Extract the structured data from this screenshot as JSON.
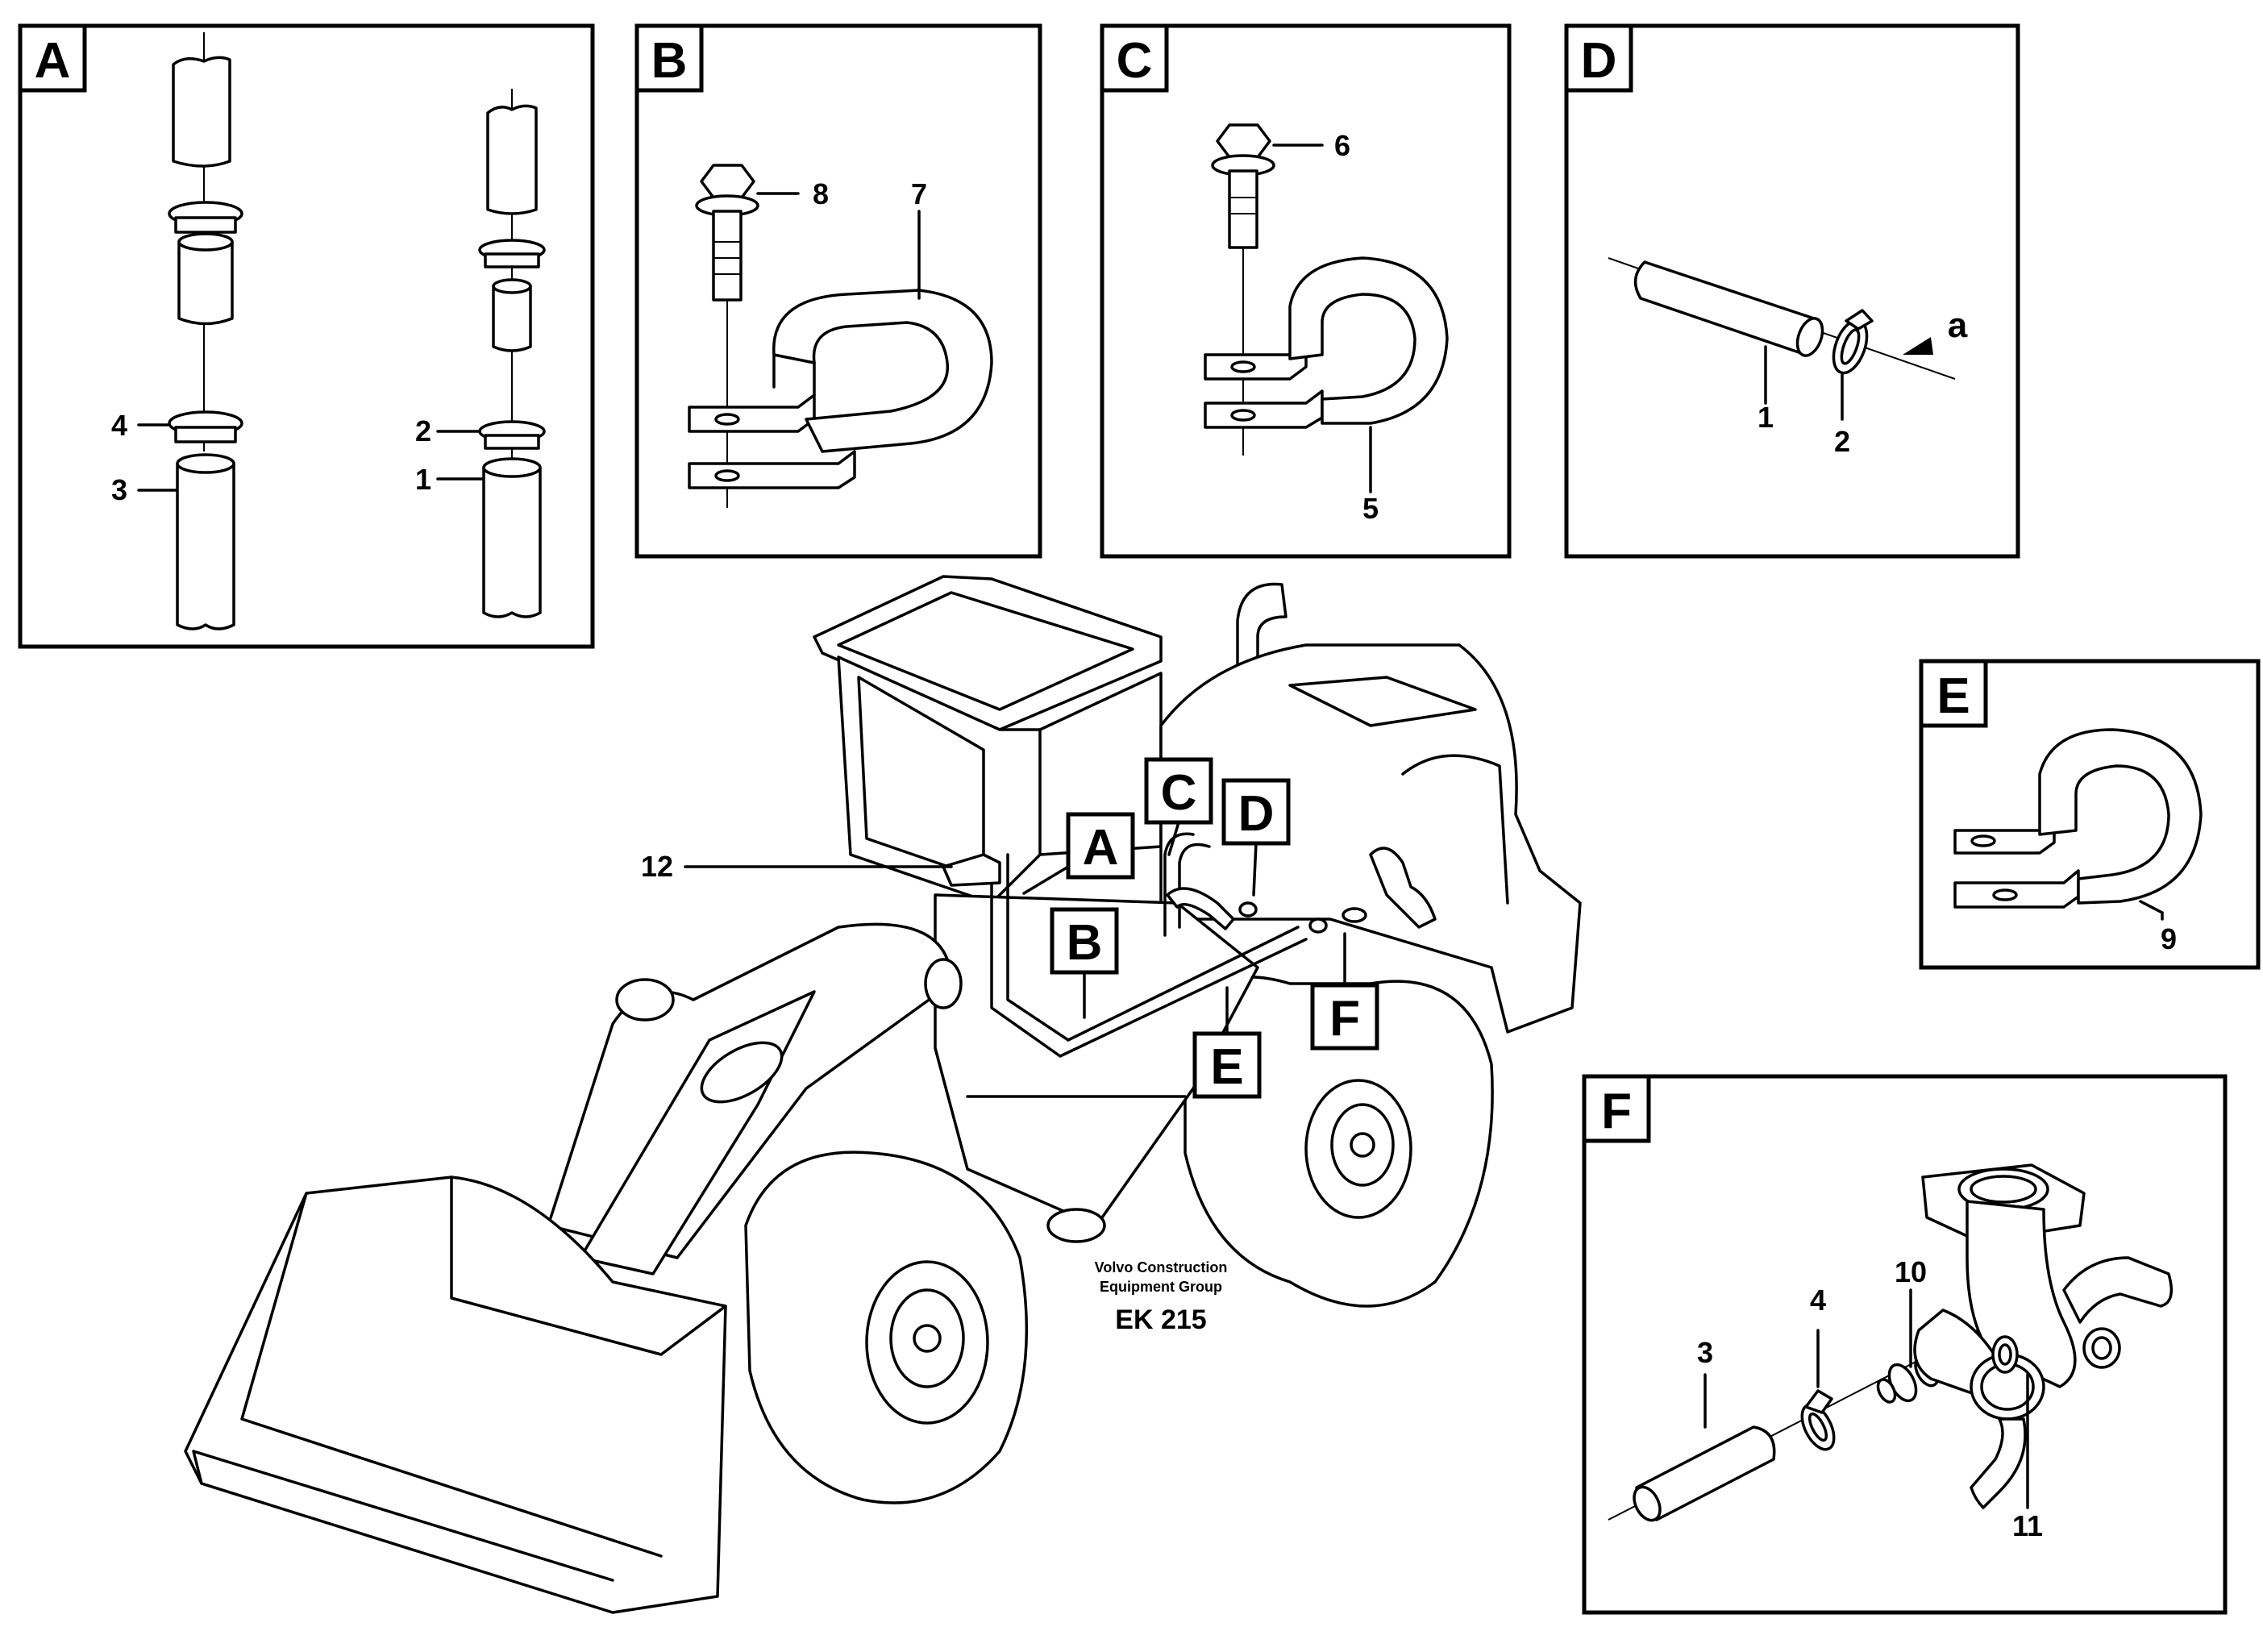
{
  "panels": {
    "A": {
      "letter": "A",
      "items": [
        "1",
        "2",
        "3",
        "4"
      ]
    },
    "B": {
      "letter": "B",
      "items": [
        "7",
        "8"
      ]
    },
    "C": {
      "letter": "C",
      "items": [
        "5",
        "6"
      ]
    },
    "D": {
      "letter": "D",
      "items": [
        "1",
        "2"
      ],
      "arrow_label": "a"
    },
    "E": {
      "letter": "E",
      "items": [
        "9"
      ]
    },
    "F": {
      "letter": "F",
      "items": [
        "3",
        "4",
        "10",
        "11"
      ]
    }
  },
  "main": {
    "callouts": [
      "A",
      "B",
      "C",
      "D",
      "E",
      "F"
    ],
    "part_12": "12",
    "credit_line1": "Volvo Construction",
    "credit_line2": "Equipment Group",
    "drawing_code": "EK 215"
  }
}
